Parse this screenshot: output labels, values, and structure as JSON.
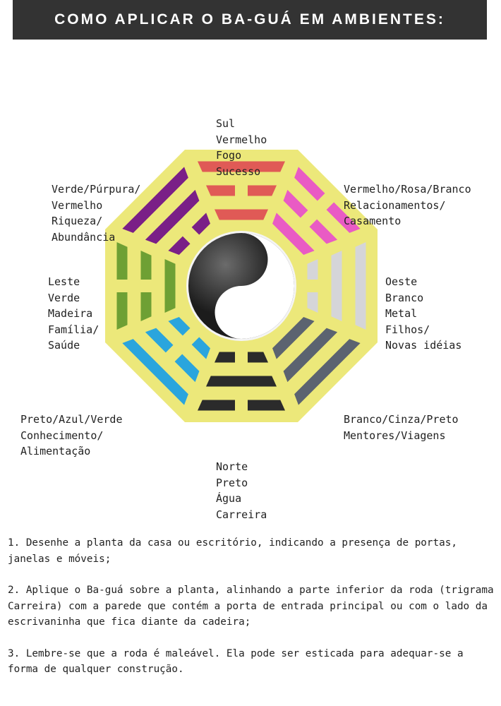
{
  "header": {
    "title": "COMO APLICAR O BA-GUÁ EM AMBIENTES:"
  },
  "colors": {
    "frame": "#ece87a",
    "south": "#e05a56",
    "southwest": "#e95bc4",
    "west": "#d5d5d8",
    "northwest": "#5b6370",
    "north": "#2b2b2b",
    "northeast": "#2aa5dd",
    "east": "#6ea034",
    "southeast": "#7a1f87"
  },
  "sectors": [
    {
      "id": "south",
      "lines": [
        "Sul",
        "Vermelho",
        "Fogo",
        "Sucesso"
      ]
    },
    {
      "id": "southwest",
      "lines": [
        "Vermelho/Rosa/Branco",
        "Relacionamentos/",
        "Casamento"
      ]
    },
    {
      "id": "west",
      "lines": [
        "Oeste",
        "Branco",
        "Metal",
        "Filhos/",
        "Novas idéias"
      ]
    },
    {
      "id": "northwest",
      "lines": [
        "Branco/Cinza/Preto",
        "Mentores/Viagens"
      ]
    },
    {
      "id": "north",
      "lines": [
        "Norte",
        "Preto",
        "Água",
        "Carreira"
      ]
    },
    {
      "id": "northeast",
      "lines": [
        "Preto/Azul/Verde",
        "Conhecimento/",
        "Alimentação"
      ]
    },
    {
      "id": "east",
      "lines": [
        "Leste",
        "Verde",
        "Madeira",
        "Família/",
        "Saúde"
      ]
    },
    {
      "id": "southeast",
      "lines": [
        "Verde/Púrpura/",
        "Vermelho",
        "Riqueza/",
        "Abundância"
      ]
    }
  ],
  "instructions": [
    "1. Desenhe a planta da casa ou escritório, indicando a presença de portas, janelas e móveis;",
    "2. Aplique o Ba-guá sobre a planta, alinhando a parte inferior da roda (trigrama Carreira) com a parede que contém a porta de entrada principal ou com o lado da escrivaninha que fica diante da cadeira;",
    "3. Lembre-se que a roda é maleável. Ela pode ser esticada para adequar-se a forma de qualquer construção."
  ]
}
